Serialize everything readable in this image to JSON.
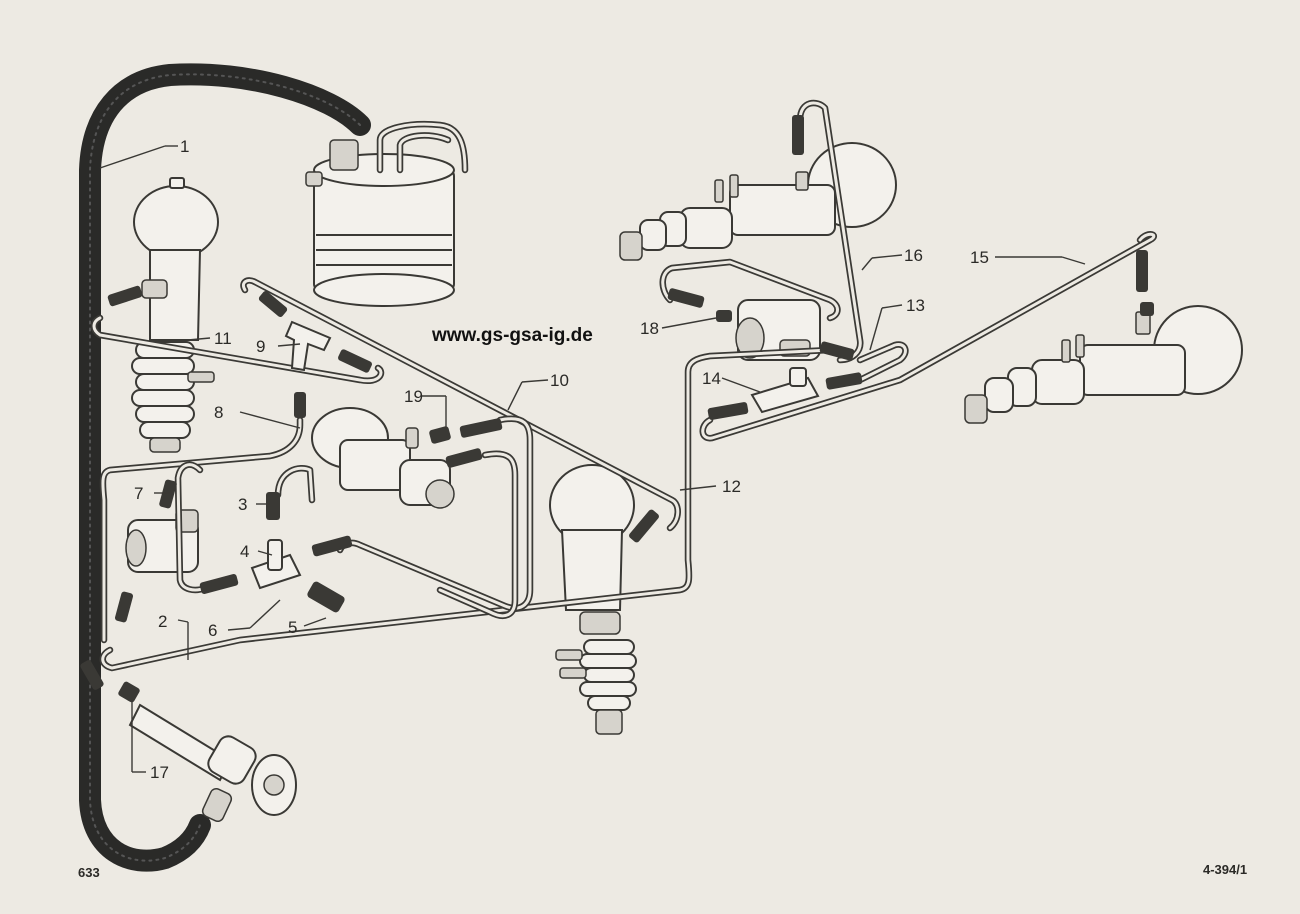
{
  "watermark": "www.gs-gsa-ig.de",
  "page_number": "633",
  "figure_ref": "4-394/1",
  "callouts": [
    "1",
    "2",
    "3",
    "4",
    "5",
    "6",
    "7",
    "8",
    "9",
    "10",
    "11",
    "12",
    "13",
    "14",
    "15",
    "16",
    "17",
    "18",
    "19"
  ]
}
